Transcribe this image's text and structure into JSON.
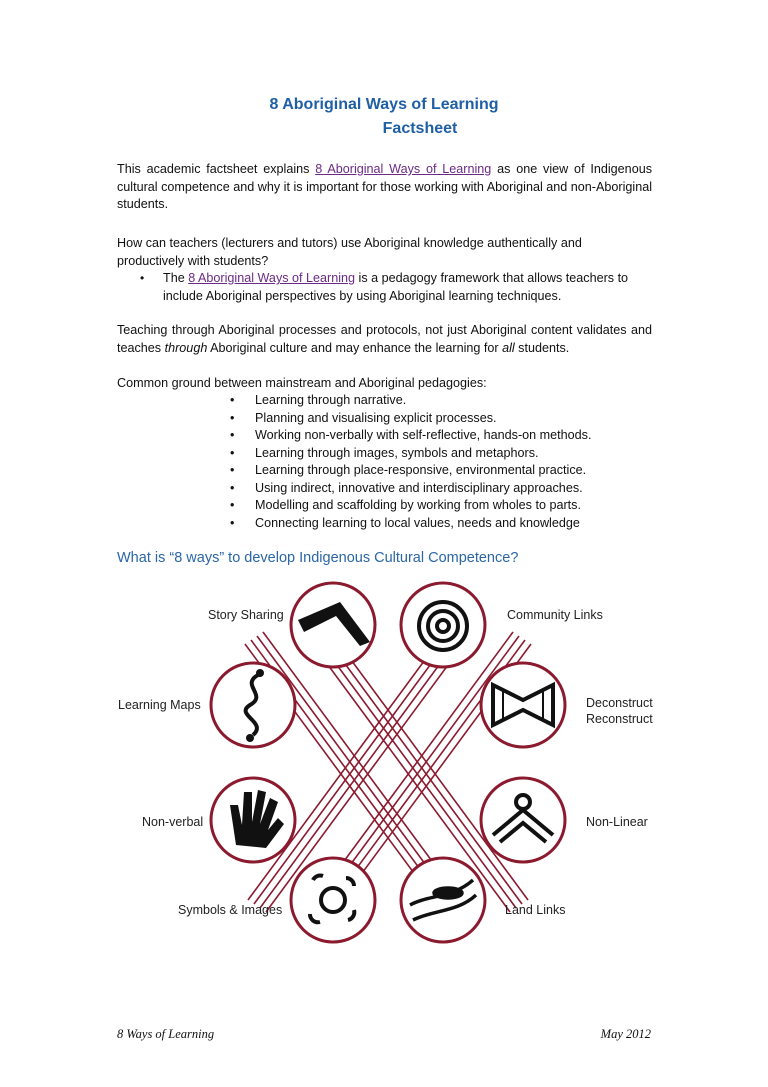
{
  "title": {
    "line1": "8  Aboriginal Ways of Learning",
    "line2": "Factsheet"
  },
  "intro": {
    "before_link": "This academic factsheet explains ",
    "link": "8 Aboriginal Ways of Learning",
    "after_link": " as one view of Indigenous cultural competence and why it is important for those working with Aboriginal and non-Aboriginal students."
  },
  "question": "How can teachers (lecturers and tutors) use Aboriginal knowledge authentically and productively with students?",
  "framework_bullet": {
    "before_link": "The ",
    "link": "8 Aboriginal Ways of Learning",
    "after_link": " is a pedagogy framework that allows teachers to include Aboriginal perspectives by using Aboriginal learning techniques."
  },
  "teaching": {
    "part1": "Teaching through Aboriginal processes and protocols, not just Aboriginal content validates and teaches ",
    "em1": "through",
    "part2": " Aboriginal culture and may enhance the learning for ",
    "em2": "all",
    "part3": " students."
  },
  "common_ground": {
    "heading": "Common ground between mainstream and Aboriginal pedagogies:",
    "items": [
      "Learning through narrative.",
      "Planning and visualising explicit processes.",
      "Working non-verbally with self-reflective, hands-on methods.",
      "Learning through images, symbols and metaphors.",
      "Learning through place-responsive, environmental practice.",
      "Using indirect, innovative and interdisciplinary approaches.",
      "Modelling and scaffolding by working from wholes to parts.",
      "Connecting learning to local values, needs and knowledge"
    ]
  },
  "section_heading": "What is “8 ways” to develop Indigenous Cultural Competence?",
  "diagram": {
    "labels": {
      "story_sharing": "Story Sharing",
      "community_links": "Community Links",
      "learning_maps": "Learning Maps",
      "deconstruct": "Deconstruct",
      "reconstruct": "Reconstruct",
      "non_verbal": "Non-verbal",
      "non_linear": "Non-Linear",
      "symbols_images": "Symbols & Images",
      "land_links": "Land Links"
    },
    "colors": {
      "ring": "#8b1a2f",
      "symbol": "#111111"
    }
  },
  "footer": {
    "left": "8 Ways of Learning",
    "right": "May 2012"
  }
}
